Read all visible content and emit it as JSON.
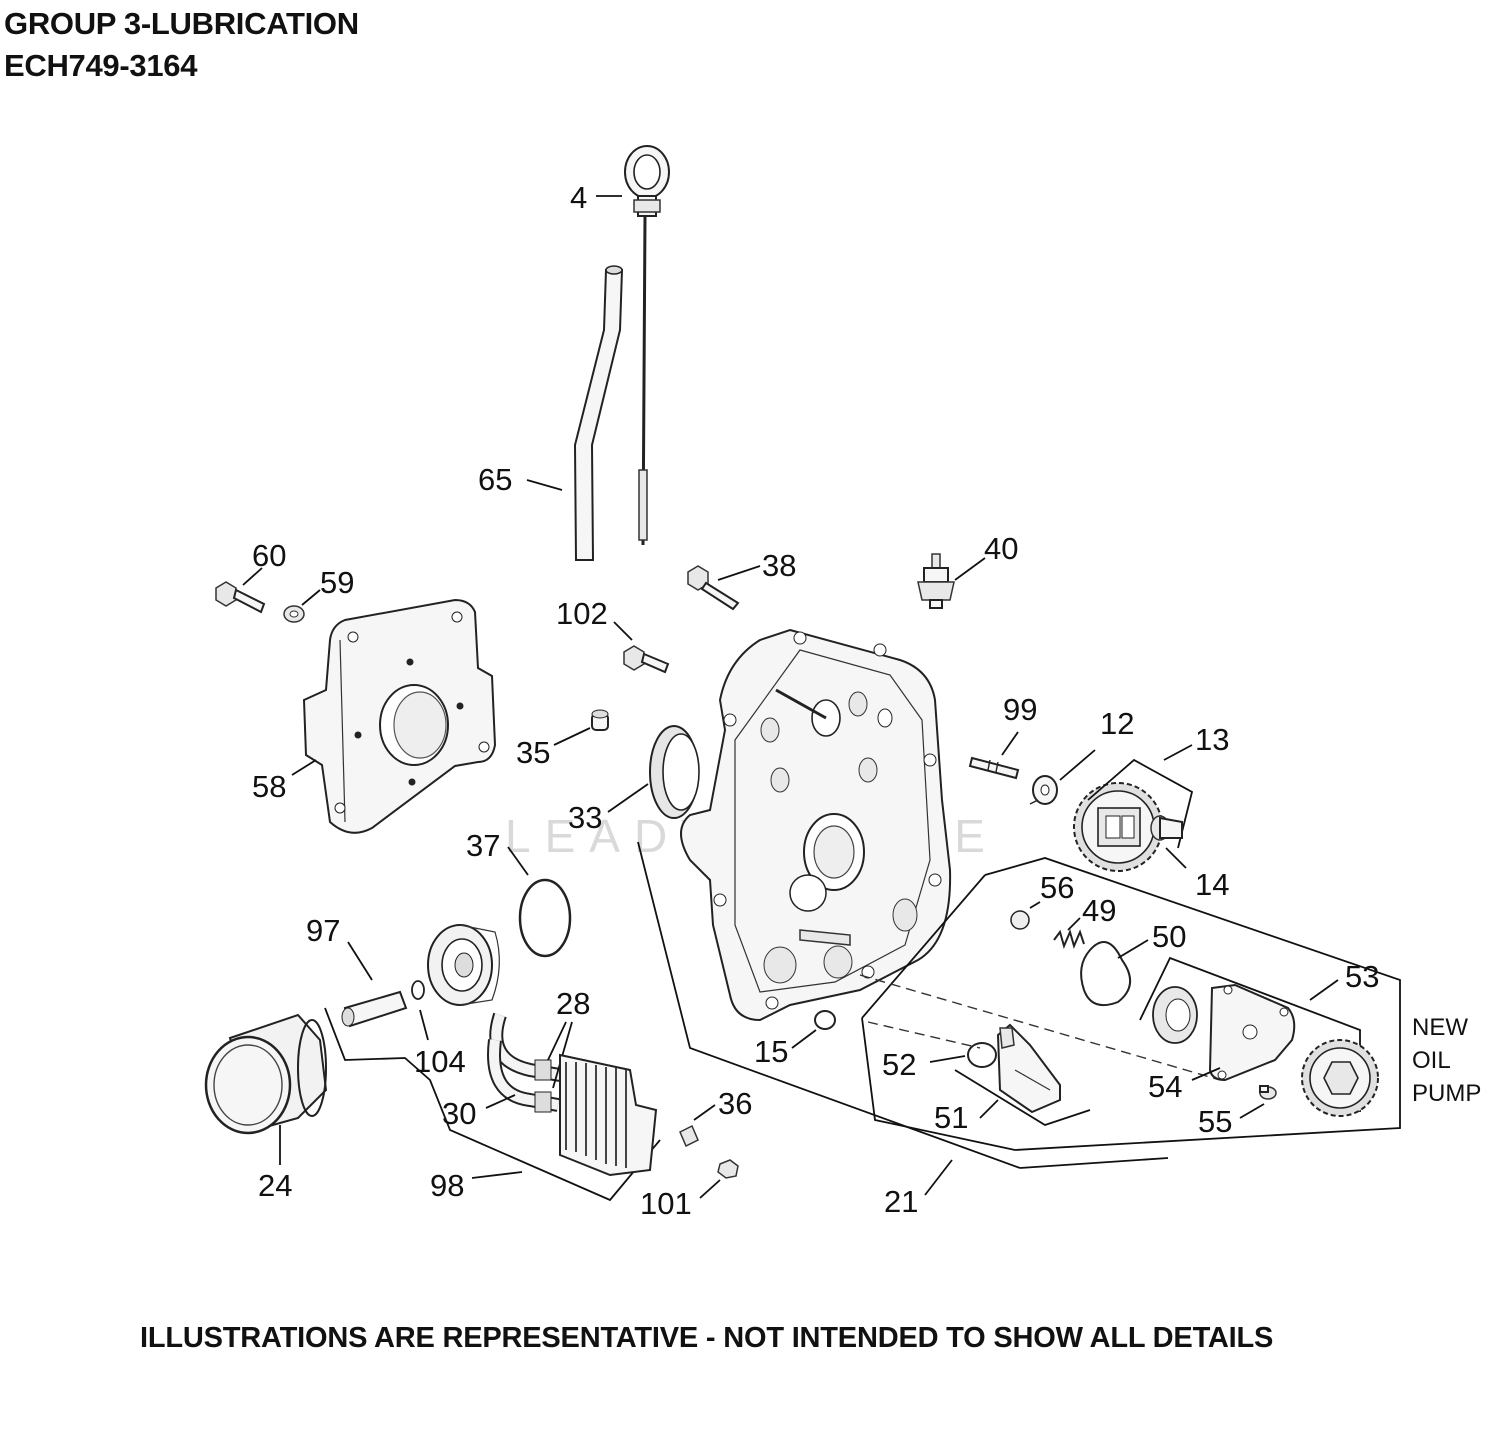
{
  "header": {
    "group": "GROUP 3-LUBRICATION",
    "model": "ECH749-3164"
  },
  "footer": {
    "note": "ILLUSTRATIONS ARE REPRESENTATIVE - NOT INTENDED TO SHOW ALL DETAILS"
  },
  "callouts": {
    "c4": "4",
    "c65": "65",
    "c60": "60",
    "c59": "59",
    "c58": "58",
    "c102": "102",
    "c38": "38",
    "c40": "40",
    "c35": "35",
    "c33": "33",
    "c37": "37",
    "c99": "99",
    "c12": "12",
    "c13": "13",
    "c14": "14",
    "c56": "56",
    "c49": "49",
    "c50": "50",
    "c53": "53",
    "c97": "97",
    "c104": "104",
    "c28": "28",
    "c30": "30",
    "c24": "24",
    "c98": "98",
    "c36": "36",
    "c101": "101",
    "c15": "15",
    "c52": "52",
    "c51": "51",
    "c54": "54",
    "c55": "55",
    "c21": "21"
  },
  "pump_note": {
    "line1": "NEW",
    "line2": "OIL",
    "line3": "PUMP"
  },
  "watermark": "LEADVENTURE"
}
